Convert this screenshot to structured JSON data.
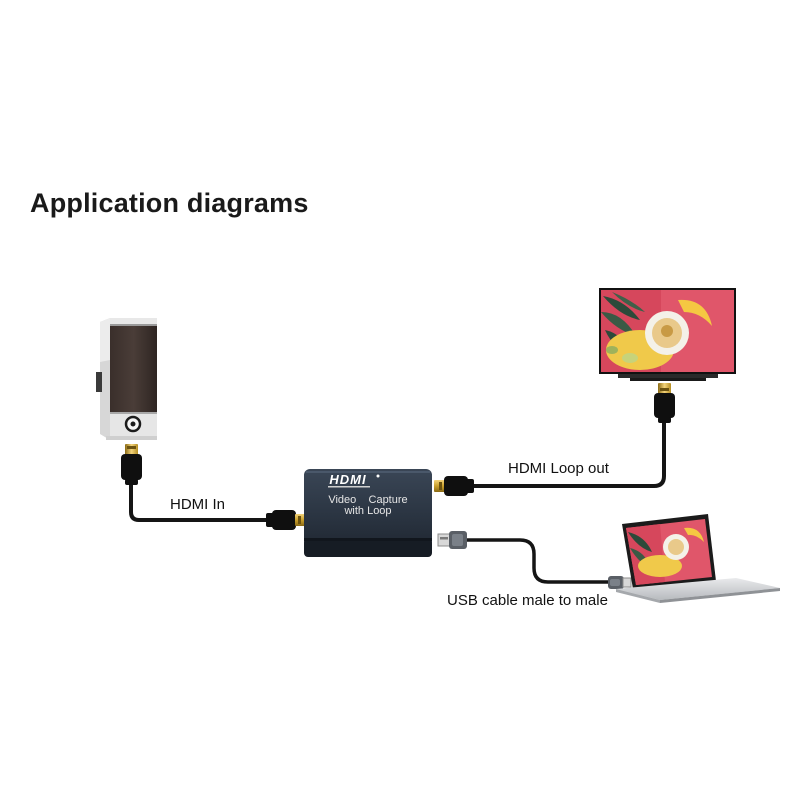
{
  "title": "Application diagrams",
  "device": {
    "logo": "HDMI",
    "line1": "Video    Capture",
    "line2": "with Loop"
  },
  "labels": {
    "hdmi_in": "HDMI In",
    "hdmi_loop_out": "HDMI Loop out",
    "usb_cable": "USB cable male to male"
  },
  "colors": {
    "cable": "#151515",
    "connector_gold": "#c9a02c",
    "screen_pink": "#e0566a"
  },
  "icons": [
    "desktop-pc-icon",
    "tv-monitor-icon",
    "laptop-icon",
    "hdmi-plug-icon",
    "usb-plug-icon"
  ]
}
